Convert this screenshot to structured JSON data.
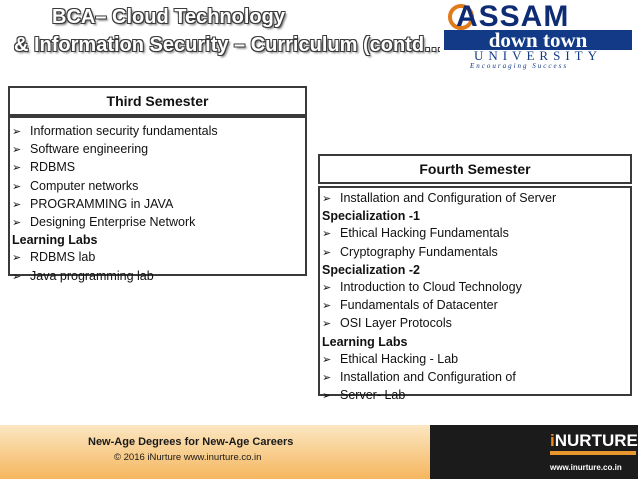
{
  "title": {
    "line1": "BCA– Cloud Technology",
    "line2": "& Information Security – Curriculum (contd…)"
  },
  "logo": {
    "brand": "ASSAM",
    "band": "down town",
    "university": "UNIVERSITY",
    "tagline": "Encouraging Success",
    "accent_color": "#e07a1a",
    "brand_color": "#123a86"
  },
  "third_semester": {
    "heading": "Third Semester",
    "items": [
      {
        "text": "Information security fundamentals",
        "type": "bullet"
      },
      {
        "text": "Software engineering",
        "type": "bullet"
      },
      {
        "text": "RDBMS",
        "type": "bullet"
      },
      {
        "text": "Computer networks",
        "type": "bullet"
      },
      {
        "text": "PROGRAMMING in JAVA",
        "type": "bullet"
      },
      {
        "text": "Designing Enterprise Network",
        "type": "bullet"
      },
      {
        "text": "Learning Labs",
        "type": "section"
      },
      {
        "text": "RDBMS lab",
        "type": "bullet"
      },
      {
        "text": "Java programming lab",
        "type": "bullet"
      }
    ]
  },
  "fourth_semester": {
    "heading": "Fourth Semester",
    "items": [
      {
        "text": "Installation and Configuration of Server",
        "type": "bullet"
      },
      {
        "text": "Specialization -1",
        "type": "section"
      },
      {
        "text": "Ethical Hacking Fundamentals",
        "type": "bullet"
      },
      {
        "text": "Cryptography Fundamentals",
        "type": "bullet"
      },
      {
        "text": "Specialization -2",
        "type": "section"
      },
      {
        "text": "Introduction to Cloud Technology",
        "type": "bullet"
      },
      {
        "text": "Fundamentals of Datacenter",
        "type": "bullet"
      },
      {
        "text": "OSI Layer Protocols",
        "type": "bullet"
      },
      {
        "text": "Learning Labs",
        "type": "section"
      },
      {
        "text": "Ethical Hacking - Lab",
        "type": "bullet"
      },
      {
        "text": "Installation and Configuration of",
        "type": "bullet"
      },
      {
        "text": "Server- Lab",
        "type": "bullet"
      }
    ]
  },
  "bullet_glyph": "➢",
  "footer": {
    "tagline": "New-Age Degrees for New-Age Careers",
    "copyright": "© 2016 iNurture  www.inurture.co.in",
    "brand_i": "i",
    "brand_rest": "NURTURE",
    "website": "www.inurture.co.in"
  }
}
